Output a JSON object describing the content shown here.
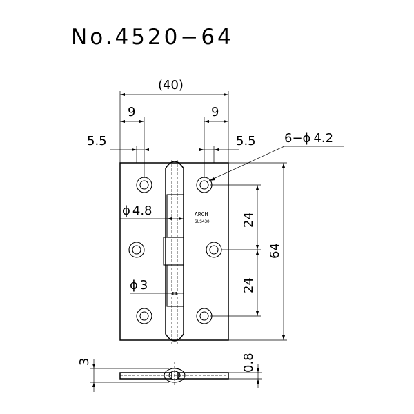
{
  "title": "No.4520−64",
  "dimensions": {
    "overall_width": "(40)",
    "hole_offset_left": "9",
    "hole_offset_right": "9",
    "edge_left": "5.5",
    "edge_right": "5.5",
    "holes": "6−",
    "holes_dia": "4.2",
    "pin_dia": "4.8",
    "pin_dia2": "3",
    "pitch_upper": "24",
    "pitch_lower": "24",
    "height": "64",
    "thickness": "3",
    "plate": "0.8"
  },
  "symbols": {
    "diameter": "ϕ"
  },
  "marking": {
    "brand": "ARCH",
    "material": "SUS430"
  }
}
